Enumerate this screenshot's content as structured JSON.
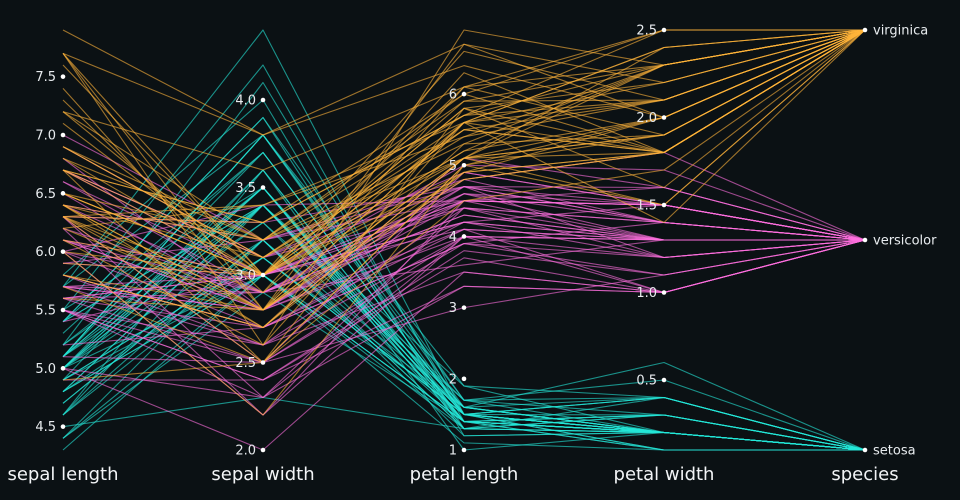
{
  "chart_data": {
    "type": "parallel-coordinates",
    "background": "#0b1114",
    "series_colors": {
      "setosa": "#24e8d8",
      "versicolor": "#ff6fe0",
      "virginica": "#ffb43a"
    },
    "axes": [
      {
        "key": "sepal_length",
        "label": "sepal length",
        "range": [
          4.3,
          7.9
        ],
        "ticks": [
          "4.5",
          "5.0",
          "5.5",
          "6.0",
          "6.5",
          "7.0",
          "7.5"
        ]
      },
      {
        "key": "sepal_width",
        "label": "sepal width",
        "range": [
          2.0,
          4.4
        ],
        "ticks": [
          "2.0",
          "2.5",
          "3.0",
          "3.5",
          "4.0"
        ]
      },
      {
        "key": "petal_length",
        "label": "petal length",
        "range": [
          1.0,
          6.9
        ],
        "ticks": [
          "1",
          "2",
          "3",
          "4",
          "5",
          "6"
        ]
      },
      {
        "key": "petal_width",
        "label": "petal width",
        "range": [
          0.1,
          2.5
        ],
        "ticks": [
          "0.5",
          "1.0",
          "1.5",
          "2.0",
          "2.5"
        ]
      },
      {
        "key": "species",
        "label": "species",
        "categories": [
          "setosa",
          "versicolor",
          "virginica"
        ]
      }
    ],
    "rows": [
      [
        5.1,
        3.5,
        1.4,
        0.2,
        "setosa"
      ],
      [
        4.9,
        3.0,
        1.4,
        0.2,
        "setosa"
      ],
      [
        4.7,
        3.2,
        1.3,
        0.2,
        "setosa"
      ],
      [
        4.6,
        3.1,
        1.5,
        0.2,
        "setosa"
      ],
      [
        5.0,
        3.6,
        1.4,
        0.2,
        "setosa"
      ],
      [
        5.4,
        3.9,
        1.7,
        0.4,
        "setosa"
      ],
      [
        4.6,
        3.4,
        1.4,
        0.3,
        "setosa"
      ],
      [
        5.0,
        3.4,
        1.5,
        0.2,
        "setosa"
      ],
      [
        4.4,
        2.9,
        1.4,
        0.2,
        "setosa"
      ],
      [
        4.9,
        3.1,
        1.5,
        0.1,
        "setosa"
      ],
      [
        5.4,
        3.7,
        1.5,
        0.2,
        "setosa"
      ],
      [
        4.8,
        3.4,
        1.6,
        0.2,
        "setosa"
      ],
      [
        4.8,
        3.0,
        1.4,
        0.1,
        "setosa"
      ],
      [
        4.3,
        3.0,
        1.1,
        0.1,
        "setosa"
      ],
      [
        5.8,
        4.0,
        1.2,
        0.2,
        "setosa"
      ],
      [
        5.7,
        4.4,
        1.5,
        0.4,
        "setosa"
      ],
      [
        5.4,
        3.9,
        1.3,
        0.4,
        "setosa"
      ],
      [
        5.1,
        3.5,
        1.4,
        0.3,
        "setosa"
      ],
      [
        5.7,
        3.8,
        1.7,
        0.3,
        "setosa"
      ],
      [
        5.1,
        3.8,
        1.5,
        0.3,
        "setosa"
      ],
      [
        5.4,
        3.4,
        1.7,
        0.2,
        "setosa"
      ],
      [
        5.1,
        3.7,
        1.5,
        0.4,
        "setosa"
      ],
      [
        4.6,
        3.6,
        1.0,
        0.2,
        "setosa"
      ],
      [
        5.1,
        3.3,
        1.7,
        0.5,
        "setosa"
      ],
      [
        4.8,
        3.4,
        1.9,
        0.2,
        "setosa"
      ],
      [
        5.0,
        3.0,
        1.6,
        0.2,
        "setosa"
      ],
      [
        5.0,
        3.4,
        1.6,
        0.4,
        "setosa"
      ],
      [
        5.2,
        3.5,
        1.5,
        0.2,
        "setosa"
      ],
      [
        5.2,
        3.4,
        1.4,
        0.2,
        "setosa"
      ],
      [
        4.7,
        3.2,
        1.6,
        0.2,
        "setosa"
      ],
      [
        4.8,
        3.1,
        1.6,
        0.2,
        "setosa"
      ],
      [
        5.4,
        3.4,
        1.5,
        0.4,
        "setosa"
      ],
      [
        5.2,
        4.1,
        1.5,
        0.1,
        "setosa"
      ],
      [
        5.5,
        4.2,
        1.4,
        0.2,
        "setosa"
      ],
      [
        4.9,
        3.1,
        1.5,
        0.2,
        "setosa"
      ],
      [
        5.0,
        3.2,
        1.2,
        0.2,
        "setosa"
      ],
      [
        5.5,
        3.5,
        1.3,
        0.2,
        "setosa"
      ],
      [
        4.9,
        3.6,
        1.4,
        0.1,
        "setosa"
      ],
      [
        4.4,
        3.0,
        1.3,
        0.2,
        "setosa"
      ],
      [
        5.1,
        3.4,
        1.5,
        0.2,
        "setosa"
      ],
      [
        5.0,
        3.5,
        1.3,
        0.3,
        "setosa"
      ],
      [
        4.5,
        2.3,
        1.3,
        0.3,
        "setosa"
      ],
      [
        4.4,
        3.2,
        1.3,
        0.2,
        "setosa"
      ],
      [
        5.0,
        3.5,
        1.6,
        0.6,
        "setosa"
      ],
      [
        5.1,
        3.8,
        1.9,
        0.4,
        "setosa"
      ],
      [
        4.8,
        3.0,
        1.4,
        0.3,
        "setosa"
      ],
      [
        5.1,
        3.8,
        1.6,
        0.2,
        "setosa"
      ],
      [
        4.6,
        3.2,
        1.4,
        0.2,
        "setosa"
      ],
      [
        5.3,
        3.7,
        1.5,
        0.2,
        "setosa"
      ],
      [
        5.0,
        3.3,
        1.4,
        0.2,
        "setosa"
      ],
      [
        7.0,
        3.2,
        4.7,
        1.4,
        "versicolor"
      ],
      [
        6.4,
        3.2,
        4.5,
        1.5,
        "versicolor"
      ],
      [
        6.9,
        3.1,
        4.9,
        1.5,
        "versicolor"
      ],
      [
        5.5,
        2.3,
        4.0,
        1.3,
        "versicolor"
      ],
      [
        6.5,
        2.8,
        4.6,
        1.5,
        "versicolor"
      ],
      [
        5.7,
        2.8,
        4.5,
        1.3,
        "versicolor"
      ],
      [
        6.3,
        3.3,
        4.7,
        1.6,
        "versicolor"
      ],
      [
        4.9,
        2.4,
        3.3,
        1.0,
        "versicolor"
      ],
      [
        6.6,
        2.9,
        4.6,
        1.3,
        "versicolor"
      ],
      [
        5.2,
        2.7,
        3.9,
        1.4,
        "versicolor"
      ],
      [
        5.0,
        2.0,
        3.5,
        1.0,
        "versicolor"
      ],
      [
        5.9,
        3.0,
        4.2,
        1.5,
        "versicolor"
      ],
      [
        6.0,
        2.2,
        4.0,
        1.0,
        "versicolor"
      ],
      [
        6.1,
        2.9,
        4.7,
        1.4,
        "versicolor"
      ],
      [
        5.6,
        2.9,
        3.6,
        1.3,
        "versicolor"
      ],
      [
        6.7,
        3.1,
        4.4,
        1.4,
        "versicolor"
      ],
      [
        5.6,
        3.0,
        4.5,
        1.5,
        "versicolor"
      ],
      [
        5.8,
        2.7,
        4.1,
        1.0,
        "versicolor"
      ],
      [
        6.2,
        2.2,
        4.5,
        1.5,
        "versicolor"
      ],
      [
        5.6,
        2.5,
        3.9,
        1.1,
        "versicolor"
      ],
      [
        5.9,
        3.2,
        4.8,
        1.8,
        "versicolor"
      ],
      [
        6.1,
        2.8,
        4.0,
        1.3,
        "versicolor"
      ],
      [
        6.3,
        2.5,
        4.9,
        1.5,
        "versicolor"
      ],
      [
        6.1,
        2.8,
        4.7,
        1.2,
        "versicolor"
      ],
      [
        6.4,
        2.9,
        4.3,
        1.3,
        "versicolor"
      ],
      [
        6.6,
        3.0,
        4.4,
        1.4,
        "versicolor"
      ],
      [
        6.8,
        2.8,
        4.8,
        1.4,
        "versicolor"
      ],
      [
        6.7,
        3.0,
        5.0,
        1.7,
        "versicolor"
      ],
      [
        6.0,
        2.9,
        4.5,
        1.5,
        "versicolor"
      ],
      [
        5.7,
        2.6,
        3.5,
        1.0,
        "versicolor"
      ],
      [
        5.5,
        2.4,
        3.8,
        1.1,
        "versicolor"
      ],
      [
        5.5,
        2.4,
        3.7,
        1.0,
        "versicolor"
      ],
      [
        5.8,
        2.7,
        3.9,
        1.2,
        "versicolor"
      ],
      [
        6.0,
        2.7,
        5.1,
        1.6,
        "versicolor"
      ],
      [
        5.4,
        3.0,
        4.5,
        1.5,
        "versicolor"
      ],
      [
        6.0,
        3.4,
        4.5,
        1.6,
        "versicolor"
      ],
      [
        6.7,
        3.1,
        4.7,
        1.5,
        "versicolor"
      ],
      [
        6.3,
        2.3,
        4.4,
        1.3,
        "versicolor"
      ],
      [
        5.6,
        3.0,
        4.1,
        1.3,
        "versicolor"
      ],
      [
        5.5,
        2.5,
        4.0,
        1.3,
        "versicolor"
      ],
      [
        5.5,
        2.6,
        4.4,
        1.2,
        "versicolor"
      ],
      [
        6.1,
        3.0,
        4.6,
        1.4,
        "versicolor"
      ],
      [
        5.8,
        2.6,
        4.0,
        1.2,
        "versicolor"
      ],
      [
        5.0,
        2.3,
        3.3,
        1.0,
        "versicolor"
      ],
      [
        5.6,
        2.7,
        4.2,
        1.3,
        "versicolor"
      ],
      [
        5.7,
        3.0,
        4.2,
        1.2,
        "versicolor"
      ],
      [
        5.7,
        2.9,
        4.2,
        1.3,
        "versicolor"
      ],
      [
        6.2,
        2.9,
        4.3,
        1.3,
        "versicolor"
      ],
      [
        5.1,
        2.5,
        3.0,
        1.1,
        "versicolor"
      ],
      [
        5.7,
        2.8,
        4.1,
        1.3,
        "versicolor"
      ],
      [
        6.3,
        3.3,
        6.0,
        2.5,
        "virginica"
      ],
      [
        5.8,
        2.7,
        5.1,
        1.9,
        "virginica"
      ],
      [
        7.1,
        3.0,
        5.9,
        2.1,
        "virginica"
      ],
      [
        6.3,
        2.9,
        5.6,
        1.8,
        "virginica"
      ],
      [
        6.5,
        3.0,
        5.8,
        2.2,
        "virginica"
      ],
      [
        7.6,
        3.0,
        6.6,
        2.1,
        "virginica"
      ],
      [
        4.9,
        2.5,
        4.5,
        1.7,
        "virginica"
      ],
      [
        7.3,
        2.9,
        6.3,
        1.8,
        "virginica"
      ],
      [
        6.7,
        2.5,
        5.8,
        1.8,
        "virginica"
      ],
      [
        7.2,
        3.6,
        6.1,
        2.5,
        "virginica"
      ],
      [
        6.5,
        3.2,
        5.1,
        2.0,
        "virginica"
      ],
      [
        6.4,
        2.7,
        5.3,
        1.9,
        "virginica"
      ],
      [
        6.8,
        3.0,
        5.5,
        2.1,
        "virginica"
      ],
      [
        5.7,
        2.5,
        5.0,
        2.0,
        "virginica"
      ],
      [
        5.8,
        2.8,
        5.1,
        2.4,
        "virginica"
      ],
      [
        6.4,
        3.2,
        5.3,
        2.3,
        "virginica"
      ],
      [
        6.5,
        3.0,
        5.5,
        1.8,
        "virginica"
      ],
      [
        7.7,
        3.8,
        6.7,
        2.2,
        "virginica"
      ],
      [
        7.7,
        2.6,
        6.9,
        2.3,
        "virginica"
      ],
      [
        6.0,
        2.2,
        5.0,
        1.5,
        "virginica"
      ],
      [
        6.9,
        3.2,
        5.7,
        2.3,
        "virginica"
      ],
      [
        5.6,
        2.8,
        4.9,
        2.0,
        "virginica"
      ],
      [
        7.7,
        2.8,
        6.7,
        2.0,
        "virginica"
      ],
      [
        6.3,
        2.7,
        4.9,
        1.8,
        "virginica"
      ],
      [
        6.7,
        3.3,
        5.7,
        2.1,
        "virginica"
      ],
      [
        7.2,
        3.2,
        6.0,
        1.8,
        "virginica"
      ],
      [
        6.2,
        2.8,
        4.8,
        1.8,
        "virginica"
      ],
      [
        6.1,
        3.0,
        4.9,
        1.8,
        "virginica"
      ],
      [
        6.4,
        2.8,
        5.6,
        2.1,
        "virginica"
      ],
      [
        7.2,
        3.0,
        5.8,
        1.6,
        "virginica"
      ],
      [
        7.4,
        2.8,
        6.1,
        1.9,
        "virginica"
      ],
      [
        7.9,
        3.8,
        6.4,
        2.0,
        "virginica"
      ],
      [
        6.4,
        2.8,
        5.6,
        2.2,
        "virginica"
      ],
      [
        6.3,
        2.8,
        5.1,
        1.5,
        "virginica"
      ],
      [
        6.1,
        2.6,
        5.6,
        1.4,
        "virginica"
      ],
      [
        7.7,
        3.0,
        6.1,
        2.3,
        "virginica"
      ],
      [
        6.3,
        3.4,
        5.6,
        2.4,
        "virginica"
      ],
      [
        6.4,
        3.1,
        5.5,
        1.8,
        "virginica"
      ],
      [
        6.0,
        3.0,
        4.8,
        1.8,
        "virginica"
      ],
      [
        6.9,
        3.1,
        5.4,
        2.1,
        "virginica"
      ],
      [
        6.7,
        3.1,
        5.6,
        2.4,
        "virginica"
      ],
      [
        6.9,
        3.1,
        5.1,
        2.3,
        "virginica"
      ],
      [
        5.8,
        2.7,
        5.1,
        1.9,
        "virginica"
      ],
      [
        6.8,
        3.2,
        5.9,
        2.3,
        "virginica"
      ],
      [
        6.7,
        3.3,
        5.7,
        2.5,
        "virginica"
      ],
      [
        6.7,
        3.0,
        5.2,
        2.3,
        "virginica"
      ],
      [
        6.3,
        2.5,
        5.0,
        1.9,
        "virginica"
      ],
      [
        6.5,
        3.0,
        5.2,
        2.0,
        "virginica"
      ],
      [
        6.2,
        3.4,
        5.4,
        2.3,
        "virginica"
      ],
      [
        5.9,
        3.0,
        5.1,
        1.8,
        "virginica"
      ]
    ]
  }
}
